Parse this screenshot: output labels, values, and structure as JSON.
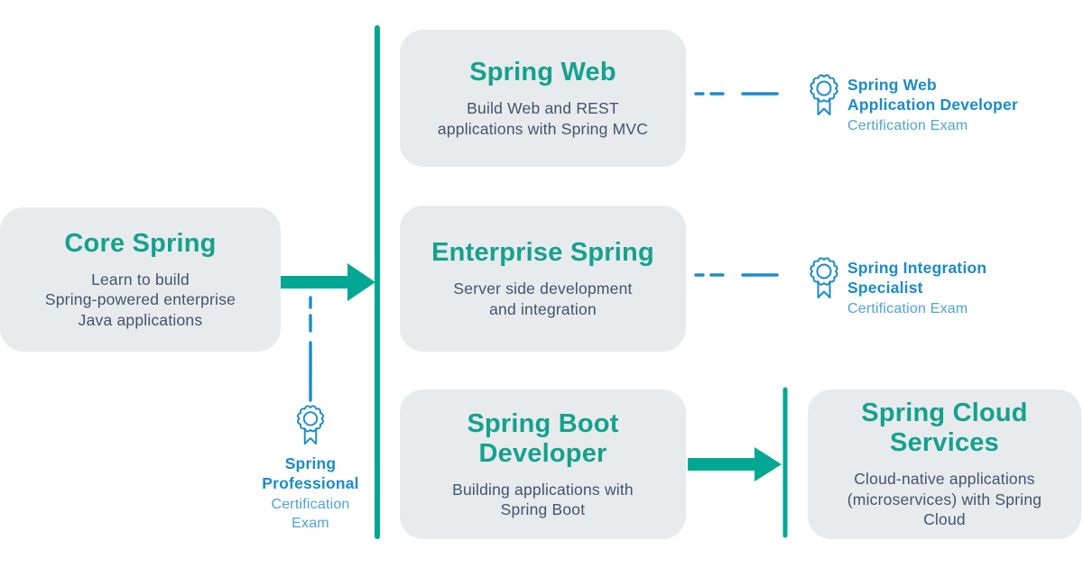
{
  "diagram_title": "Spring learning path and certification diagram",
  "colors": {
    "teal": "#00A893",
    "titleTeal": "#14A28C",
    "slate": "#44546A",
    "blueBold": "#1B8BCA",
    "blueLight": "#4FA3D6",
    "cardBg": "#E8EBEE",
    "canvasBg": "#FFFFFF"
  },
  "cards": {
    "core": {
      "title": "Core Spring",
      "desc": "Learn to build\nSpring-powered enterprise\nJava applications"
    },
    "web": {
      "title": "Spring Web",
      "desc": "Build Web and REST\napplications with Spring MVC"
    },
    "enterprise": {
      "title": "Enterprise Spring",
      "desc": "Server side development\nand integration"
    },
    "boot": {
      "title": "Spring Boot\nDeveloper",
      "desc": "Building applications with\nSpring Boot"
    },
    "cloud": {
      "title": "Spring Cloud\nServices",
      "desc": "Cloud-native applications\n(microservices) with Spring Cloud"
    }
  },
  "badges": {
    "web": {
      "icon": "certification-rosette-icon",
      "label": "Spring Web\nApplication Developer",
      "sublabel": "Certification Exam"
    },
    "integration": {
      "icon": "certification-rosette-icon",
      "label": "Spring Integration\nSpecialist",
      "sublabel": "Certification Exam"
    },
    "professional": {
      "icon": "certification-rosette-icon",
      "label": "Spring\nProfessional",
      "sublabel": "Certification\nExam"
    }
  }
}
